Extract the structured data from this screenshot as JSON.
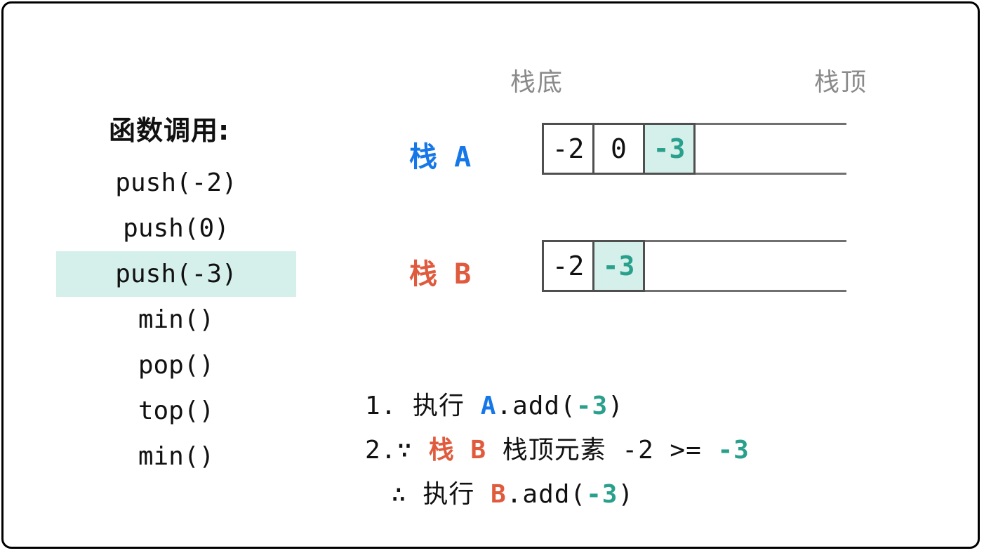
{
  "colors": {
    "accent_blue": "#1677e8",
    "accent_orange": "#e05a3d",
    "accent_teal": "#29a08b",
    "highlight_bg": "#d5efeb",
    "cell_border": "#4f4f4f",
    "track_line": "#707070",
    "gray_label": "#8a8a8a",
    "frame_border": "#000000"
  },
  "function_calls": {
    "title": "函数调用:",
    "items": [
      {
        "label": "push(-2)",
        "highlighted": false
      },
      {
        "label": "push(0)",
        "highlighted": false
      },
      {
        "label": "push(-3)",
        "highlighted": true
      },
      {
        "label": "min()",
        "highlighted": false
      },
      {
        "label": "pop()",
        "highlighted": false
      },
      {
        "label": "top()",
        "highlighted": false
      },
      {
        "label": "min()",
        "highlighted": false
      }
    ]
  },
  "stack_area": {
    "bottom_label": "栈底",
    "top_label": "栈顶",
    "stacks": [
      {
        "name": "栈 A",
        "cells": [
          {
            "value": "-2",
            "highlighted": false
          },
          {
            "value": "0",
            "highlighted": false
          },
          {
            "value": "-3",
            "highlighted": true
          }
        ]
      },
      {
        "name": "栈 B",
        "cells": [
          {
            "value": "-2",
            "highlighted": false
          },
          {
            "value": "-3",
            "highlighted": true
          }
        ]
      }
    ]
  },
  "explanation": {
    "line1": {
      "pre": "1. 执行 ",
      "stack": "A",
      "mid": ".add(",
      "arg": "-3",
      "post": ")"
    },
    "line2": {
      "pre": "2.∵ ",
      "stack": "栈 B",
      "mid": " 栈顶元素 -2 >= ",
      "arg": "-3"
    },
    "line3": {
      "pre": "∴ 执行 ",
      "stack": "B",
      "mid": ".add(",
      "arg": "-3",
      "post": ")"
    }
  }
}
